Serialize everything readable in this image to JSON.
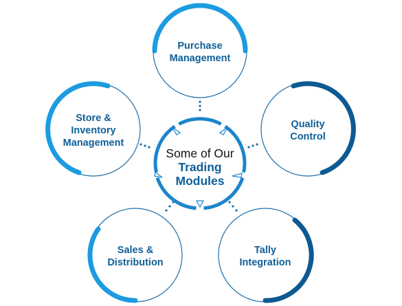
{
  "center": {
    "line1": "Some of Our",
    "line2": "Trading",
    "line3": "Modules"
  },
  "modules": [
    {
      "line1": "Purchase",
      "line2": "Management"
    },
    {
      "line1": "Quality",
      "line2": "Control"
    },
    {
      "line1": "Tally",
      "line2": "Integration"
    },
    {
      "line1": "Sales &",
      "line2": "Distribution"
    },
    {
      "line1": "Store &",
      "line2": "Inventory",
      "line3": "Management"
    }
  ],
  "colors": {
    "light_blue": "#1d9be0",
    "dark_blue": "#0d5a92",
    "center_ring": "#1c85cc",
    "label_blue": "#0f5f97",
    "dots": "#1c6ea8"
  }
}
